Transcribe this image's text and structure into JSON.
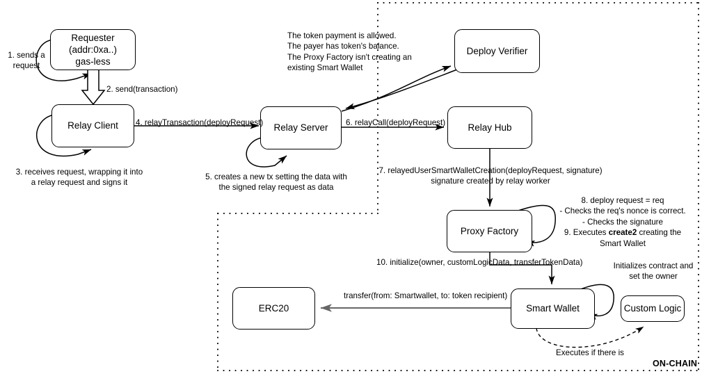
{
  "diagram": {
    "title_tag": "ON-CHAIN",
    "colors": {
      "stroke": "#000000",
      "gray_arrow": "#666666",
      "background": "#ffffff"
    },
    "nodes": [
      {
        "id": "requester",
        "lines": [
          "Requester",
          "(addr:0xa..)",
          "gas-less"
        ]
      },
      {
        "id": "relay-client",
        "lines": [
          "Relay Client"
        ]
      },
      {
        "id": "relay-server",
        "lines": [
          "Relay Server"
        ]
      },
      {
        "id": "deploy-verifier",
        "lines": [
          "Deploy Verifier"
        ]
      },
      {
        "id": "relay-hub",
        "lines": [
          "Relay Hub"
        ]
      },
      {
        "id": "proxy-factory",
        "lines": [
          "Proxy Factory"
        ]
      },
      {
        "id": "smart-wallet",
        "lines": [
          "Smart Wallet"
        ]
      },
      {
        "id": "custom-logic",
        "lines": [
          "Custom Logic"
        ]
      },
      {
        "id": "erc20",
        "lines": [
          "ERC20"
        ]
      }
    ],
    "labels": {
      "step1": "1. sends a\nrequest",
      "step2": "2. send(transaction)",
      "step3": "3. receives request, wrapping it into\na relay request and signs it",
      "step4": "4. relayTransaction(deployRequest)",
      "step5": "5. creates a new tx setting the data with\nthe signed relay request as data",
      "step6": "6. relayCall(deployRequest)",
      "step7": "7. relayedUserSmartWalletCreation(deployRequest, signature)\nsignature created by relay worker",
      "step8_pre": "8. deploy request = req\n- Checks the req's nonce is correct.\n- Checks the signature\n9. Executes ",
      "step8_bold": "create2",
      "step8_post": " creating the\nSmart Wallet",
      "step10": "10. initialize(owner, customLogicData, transferTokenData)",
      "verifier_note": "The token payment is allowed.\nThe payer has token's balance.\nThe Proxy Factory isn't creating an\nexisting Smart Wallet",
      "transfer": "transfer(from: Smartwallet, to: token recipient)",
      "initializes": "Initializes contract and\nset the owner",
      "executes_if": "Executes if there is"
    }
  }
}
